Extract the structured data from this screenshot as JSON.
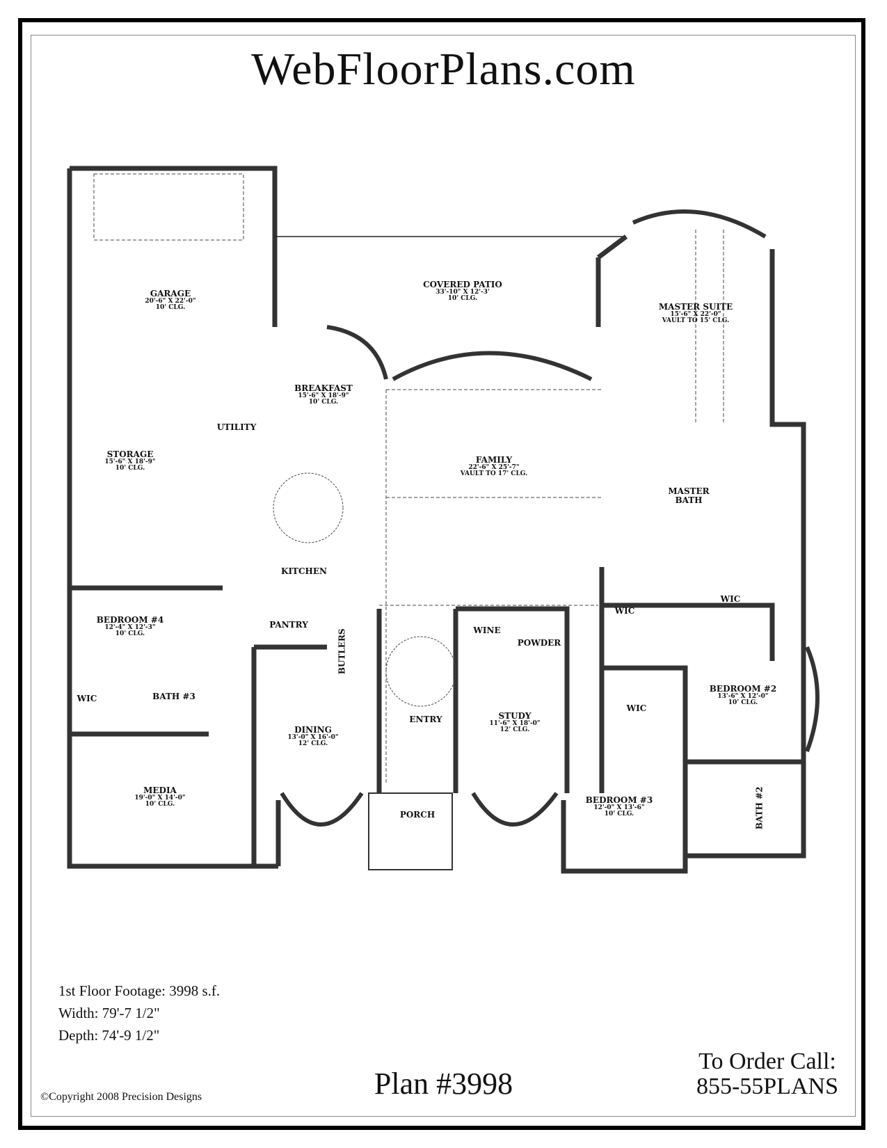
{
  "header": {
    "title": "WebFloorPlans.com"
  },
  "rooms": {
    "garage": {
      "name": "GARAGE",
      "dims": "20'-6\" X 22'-0\"",
      "ceiling": "10' CLG."
    },
    "covered_patio": {
      "name": "COVERED PATIO",
      "dims": "33'-10\" X 12'-3'",
      "ceiling": "10' CLG."
    },
    "master_suite": {
      "name": "MASTER SUITE",
      "dims": "15'-6\" X 22'-0\"",
      "ceiling": "VAULT TO 15' CLG."
    },
    "breakfast": {
      "name": "BREAKFAST",
      "dims": "15'-6\" X 18'-9\"",
      "ceiling": "10' CLG."
    },
    "utility": {
      "name": "UTILITY"
    },
    "storage": {
      "name": "STORAGE",
      "dims": "15'-6\" X 18'-9\"",
      "ceiling": "10' CLG."
    },
    "family": {
      "name": "FAMILY",
      "dims": "22'-6\" X 25'-7\"",
      "ceiling": "VAULT TO 17' CLG."
    },
    "master_bath": {
      "name": "MASTER BATH"
    },
    "kitchen": {
      "name": "KITCHEN"
    },
    "wic_master_1": {
      "name": "WIC"
    },
    "wic_master_2": {
      "name": "WIC"
    },
    "bedroom4": {
      "name": "BEDROOM #4",
      "dims": "12'-4\" X 12'-3\"",
      "ceiling": "10' CLG."
    },
    "pantry": {
      "name": "PANTRY"
    },
    "butlers": {
      "name": "BUTLERS"
    },
    "wine": {
      "name": "WINE"
    },
    "powder": {
      "name": "POWDER"
    },
    "bedroom2": {
      "name": "BEDROOM #2",
      "dims": "13'-6\" X 12'-0\"",
      "ceiling": "10' CLG."
    },
    "wic_bed4": {
      "name": "WIC"
    },
    "bath3": {
      "name": "BATH #3"
    },
    "wic_bed3": {
      "name": "WIC"
    },
    "entry": {
      "name": "ENTRY"
    },
    "dining": {
      "name": "DINING",
      "dims": "13'-0\" X 16'-0\"",
      "ceiling": "12' CLG."
    },
    "study": {
      "name": "STUDY",
      "dims": "11'-6\" X 18'-0\"",
      "ceiling": "12' CLG."
    },
    "media": {
      "name": "MEDIA",
      "dims": "19'-0\" X 14'-0\"",
      "ceiling": "10' CLG."
    },
    "porch": {
      "name": "PORCH"
    },
    "bedroom3": {
      "name": "BEDROOM #3",
      "dims": "12'-0\" X 13'-6\"",
      "ceiling": "10' CLG."
    },
    "bath2": {
      "name": "BATH #2"
    }
  },
  "specs": {
    "footage": "1st Floor Footage: 3998 s.f.",
    "width": "Width: 79'-7 1/2\"",
    "depth": "Depth: 74'-9 1/2\""
  },
  "footer": {
    "copyright": "©Copyright 2008 Precision Designs",
    "plan_number": "Plan #3998",
    "order_line1": "To Order Call:",
    "order_line2": "855-55PLANS"
  }
}
